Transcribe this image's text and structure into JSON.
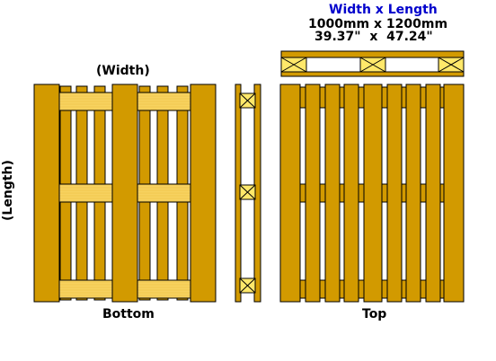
{
  "header": {
    "title": "Width x Length",
    "metric": "1000mm x 1200mm",
    "imperial": "39.37\"  x  47.24\""
  },
  "labels": {
    "width": "(Width)",
    "length": "(Length)",
    "bottom": "Bottom",
    "top": "Top"
  },
  "colors": {
    "board": "#d29a00",
    "board_light": "#f7d260",
    "block": "#ffe86a",
    "outline": "#000000",
    "title": "#0000cc"
  }
}
